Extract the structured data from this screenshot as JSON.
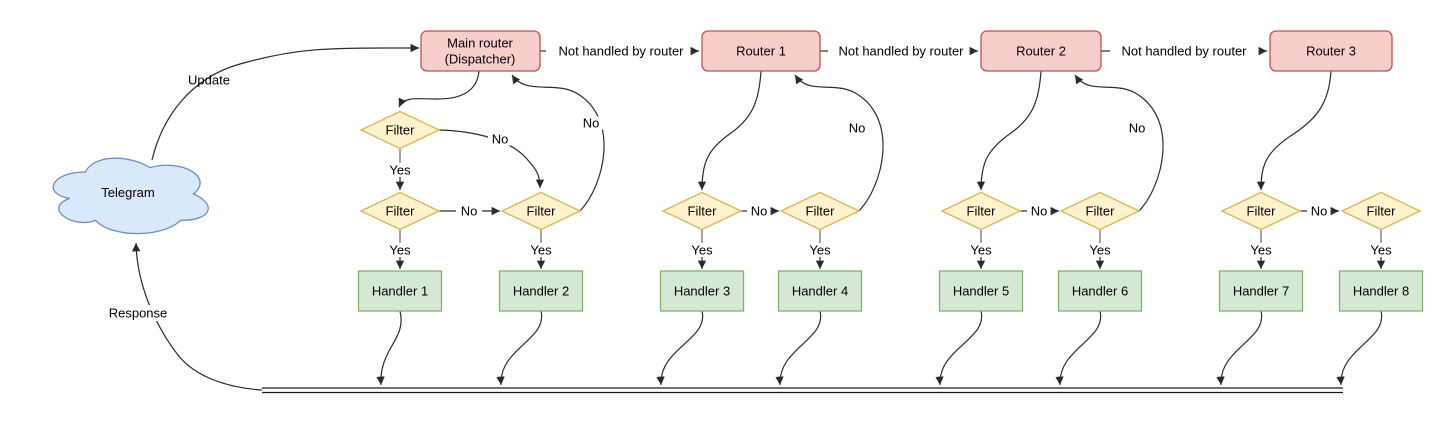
{
  "diagram": {
    "cloud": {
      "label": "Telegram"
    },
    "main_router": {
      "line1": "Main router",
      "line2": "(Dispatcher)"
    },
    "routers": [
      "Router 1",
      "Router 2",
      "Router 3"
    ],
    "filter_label": "Filter",
    "handlers": [
      "Handler 1",
      "Handler 2",
      "Handler 3",
      "Handler 4",
      "Handler 5",
      "Handler 6",
      "Handler 7",
      "Handler 8"
    ],
    "edge_labels": {
      "update": "Update",
      "response": "Response",
      "yes": "Yes",
      "no": "No",
      "not_handled": "Not handled by router"
    },
    "colors": {
      "cloud_fill": "#dae8fc",
      "cloud_stroke": "#6c8ebf",
      "router_fill": "#f8cecc",
      "router_stroke": "#b85450",
      "filter_fill": "#fff2cc",
      "filter_stroke": "#d6b656",
      "handler_fill": "#d5e8d4",
      "handler_stroke": "#82b366",
      "edge_stroke": "#2b2b2b",
      "background": "#ffffff"
    }
  }
}
